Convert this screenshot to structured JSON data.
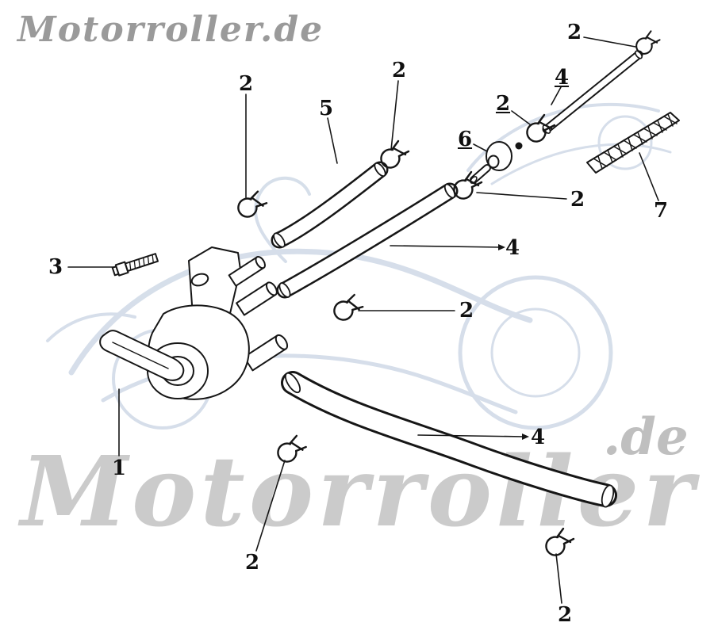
{
  "brand": {
    "logo_text": "Motorroller.de",
    "watermark_text": "Motorroller",
    "watermark_suffix": ".de"
  },
  "colors": {
    "background": "#ffffff",
    "line_art": "#161616",
    "logo_gray": "#9a9a9a",
    "watermark_gray": "#989898",
    "watermark_blue": "#ccd7e5"
  },
  "diagram": {
    "type": "exploded-parts-diagram",
    "part_numbers_shown": [
      "1",
      "2",
      "3",
      "4",
      "5",
      "6",
      "7"
    ],
    "labels": [
      {
        "text": "2"
      },
      {
        "text": "5"
      },
      {
        "text": "2"
      },
      {
        "text": "2"
      },
      {
        "text": "4"
      },
      {
        "text": "2"
      },
      {
        "text": "6"
      },
      {
        "text": "2"
      },
      {
        "text": "7"
      },
      {
        "text": "4"
      },
      {
        "text": "3"
      },
      {
        "text": "2"
      },
      {
        "text": "1"
      },
      {
        "text": "4"
      },
      {
        "text": "2"
      },
      {
        "text": "2"
      }
    ]
  }
}
